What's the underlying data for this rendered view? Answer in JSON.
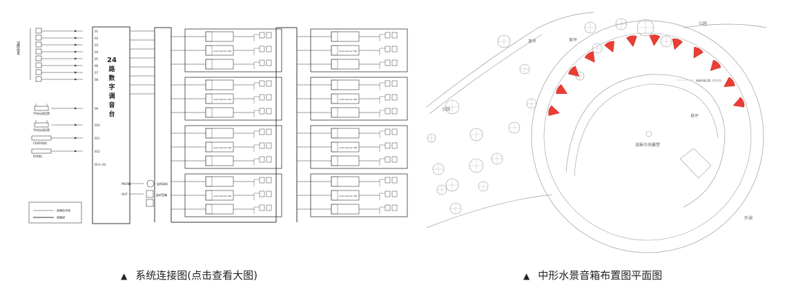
{
  "diagram_left": {
    "mixer_label": [
      "24",
      "路",
      "数",
      "字",
      "调",
      "音",
      "台"
    ],
    "mic_group_label": "话筒信号",
    "channels": [
      "01",
      "02",
      "03",
      "04",
      "05",
      "06",
      "07",
      "08"
    ],
    "aux_inputs": [
      {
        "channel": "09",
        "label": "手持无线话筒"
      },
      {
        "channel": "010",
        "label": "手持无线话筒"
      },
      {
        "channel": "011",
        "label": "CD/DVD机"
      },
      {
        "channel": "012",
        "label": "DVD机"
      }
    ],
    "mixer_extra_channel": "013~24",
    "monitor_labels": [
      "PHONE",
      "OUT"
    ],
    "headphone_label": "监听耳机",
    "monitor_speaker_label": "监听音箱",
    "amp_label": "Audio Server CSR",
    "legend": [
      "音频信号线",
      "音箱线"
    ]
  },
  "diagram_right": {
    "place_labels": [
      "公园",
      "草坪",
      "公园",
      "湖景中央雕塑",
      "外湖",
      "草坪",
      "草坪"
    ],
    "speaker_note": "音箱安装位置（共12只）",
    "speaker_count": 12
  },
  "captions": {
    "left": "系统连接图(点击查看大图)",
    "right": "中形水景音箱布置图平面图",
    "marker": "▲"
  },
  "colors": {
    "line": "#333333",
    "speaker_fill": "#e8291f",
    "plan_line": "#9a9a9a"
  }
}
